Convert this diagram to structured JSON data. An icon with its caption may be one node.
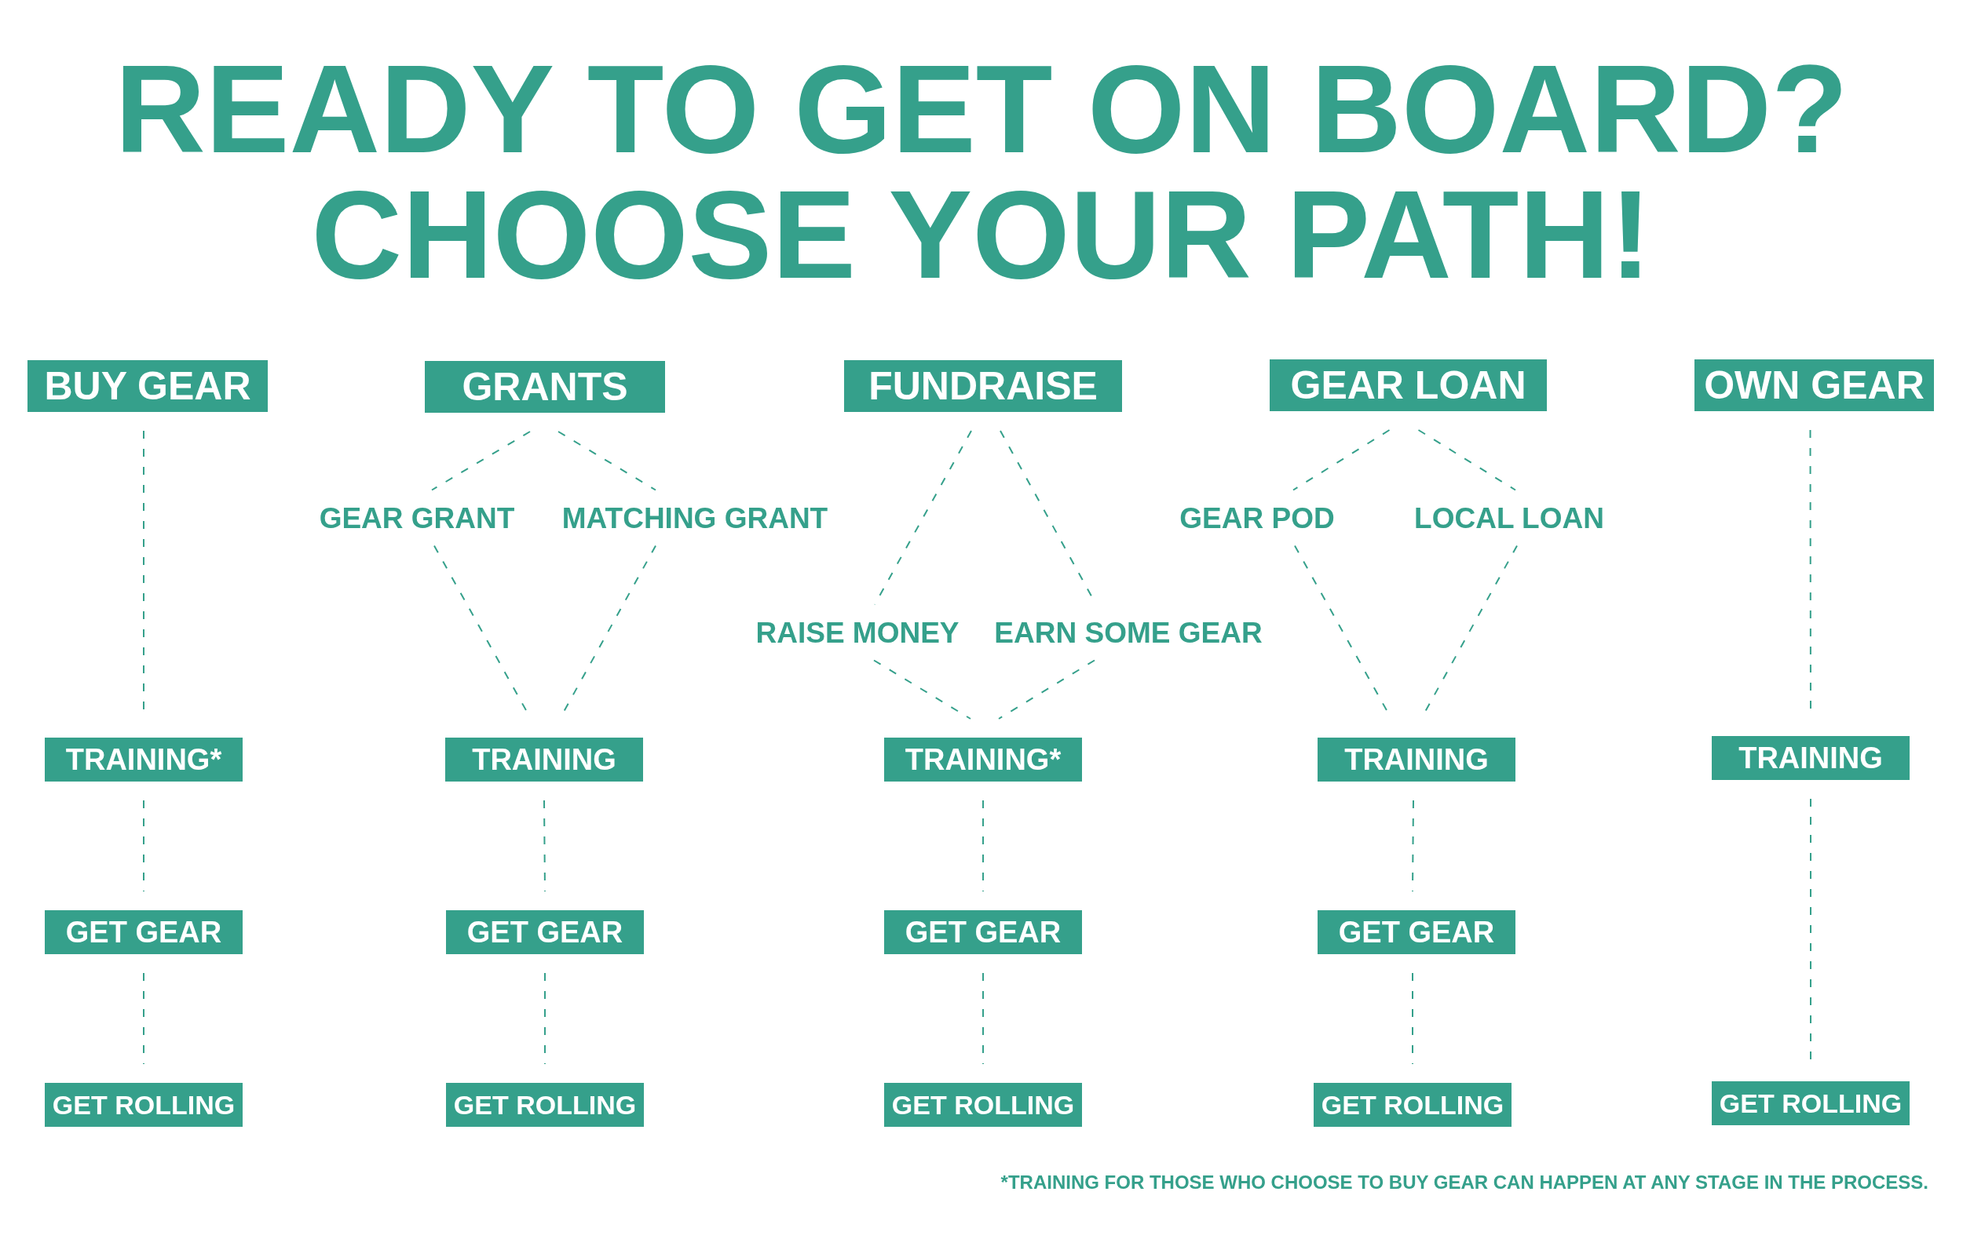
{
  "diagram": {
    "title": "READY TO GET ON BOARD? CHOOSE YOUR PATH!",
    "nodes": [
      {
        "text": [
          "BUY GEAR"
        ]
      },
      {
        "text": [
          "GRANTS"
        ]
      },
      {
        "text": [
          "FUNDRAISE"
        ]
      },
      {
        "text": [
          "GEAR LOAN"
        ]
      },
      {
        "text": [
          "OWN GEAR"
        ]
      },
      {
        "text": [
          "GEAR GRANT"
        ]
      },
      {
        "text": [
          "MATCHING GRANT"
        ]
      },
      {
        "text": [
          "GEAR POD"
        ]
      },
      {
        "text": [
          "LOCAL LOAN"
        ]
      },
      {
        "text": [
          "RAISE MONEY"
        ]
      },
      {
        "text": [
          "EARN SOME GEAR"
        ]
      },
      {
        "text": [
          "TRAINING*"
        ]
      },
      {
        "text": [
          "TRAINING"
        ]
      },
      {
        "text": [
          "TRAINING*"
        ]
      },
      {
        "text": [
          "TRAINING"
        ]
      },
      {
        "text": [
          "TRAINING"
        ]
      },
      {
        "text": [
          "GET GEAR"
        ]
      },
      {
        "text": [
          "GET GEAR"
        ]
      },
      {
        "text": [
          "GET GEAR"
        ]
      },
      {
        "text": [
          "GET GEAR"
        ]
      },
      {
        "text": [
          "GET ROLLING"
        ]
      },
      {
        "text": [
          "GET ROLLING"
        ]
      },
      {
        "text": [
          "GET ROLLING"
        ]
      },
      {
        "text": [
          "GET ROLLING"
        ]
      },
      {
        "text": [
          "GET ROLLING"
        ]
      }
    ],
    "edges": [
      {
        "from": 0,
        "to": 11,
        "arrow": "none",
        "style": "dashed"
      },
      {
        "from": 11,
        "to": 16,
        "arrow": "none",
        "style": "dashed"
      },
      {
        "from": 16,
        "to": 20,
        "arrow": "none",
        "style": "dashed"
      },
      {
        "from": 1,
        "to": 5,
        "arrow": "none",
        "style": "dashed"
      },
      {
        "from": 1,
        "to": 6,
        "arrow": "none",
        "style": "dashed"
      },
      {
        "from": 5,
        "to": 12,
        "arrow": "none",
        "style": "dashed"
      },
      {
        "from": 6,
        "to": 12,
        "arrow": "none",
        "style": "dashed"
      },
      {
        "from": 12,
        "to": 17,
        "arrow": "none",
        "style": "dashed"
      },
      {
        "from": 17,
        "to": 21,
        "arrow": "none",
        "style": "dashed"
      },
      {
        "from": 2,
        "to": 9,
        "arrow": "none",
        "style": "dashed"
      },
      {
        "from": 2,
        "to": 10,
        "arrow": "none",
        "style": "dashed"
      },
      {
        "from": 9,
        "to": 13,
        "arrow": "none",
        "style": "dashed"
      },
      {
        "from": 10,
        "to": 13,
        "arrow": "none",
        "style": "dashed"
      },
      {
        "from": 13,
        "to": 18,
        "arrow": "none",
        "style": "dashed"
      },
      {
        "from": 18,
        "to": 22,
        "arrow": "none",
        "style": "dashed"
      },
      {
        "from": 3,
        "to": 7,
        "arrow": "none",
        "style": "dashed"
      },
      {
        "from": 3,
        "to": 8,
        "arrow": "none",
        "style": "dashed"
      },
      {
        "from": 7,
        "to": 14,
        "arrow": "none",
        "style": "dashed"
      },
      {
        "from": 8,
        "to": 14,
        "arrow": "none",
        "style": "dashed"
      },
      {
        "from": 14,
        "to": 19,
        "arrow": "none",
        "style": "dashed"
      },
      {
        "from": 19,
        "to": 23,
        "arrow": "none",
        "style": "dashed"
      },
      {
        "from": 4,
        "to": 15,
        "arrow": "none",
        "style": "dashed"
      },
      {
        "from": 15,
        "to": 24,
        "arrow": "none",
        "style": "dashed"
      }
    ],
    "labels": [
      "*TRAINING FOR THOSE WHO CHOOSE TO BUY GEAR CAN HAPPEN AT ANY STAGE IN THE PROCESS."
    ]
  }
}
